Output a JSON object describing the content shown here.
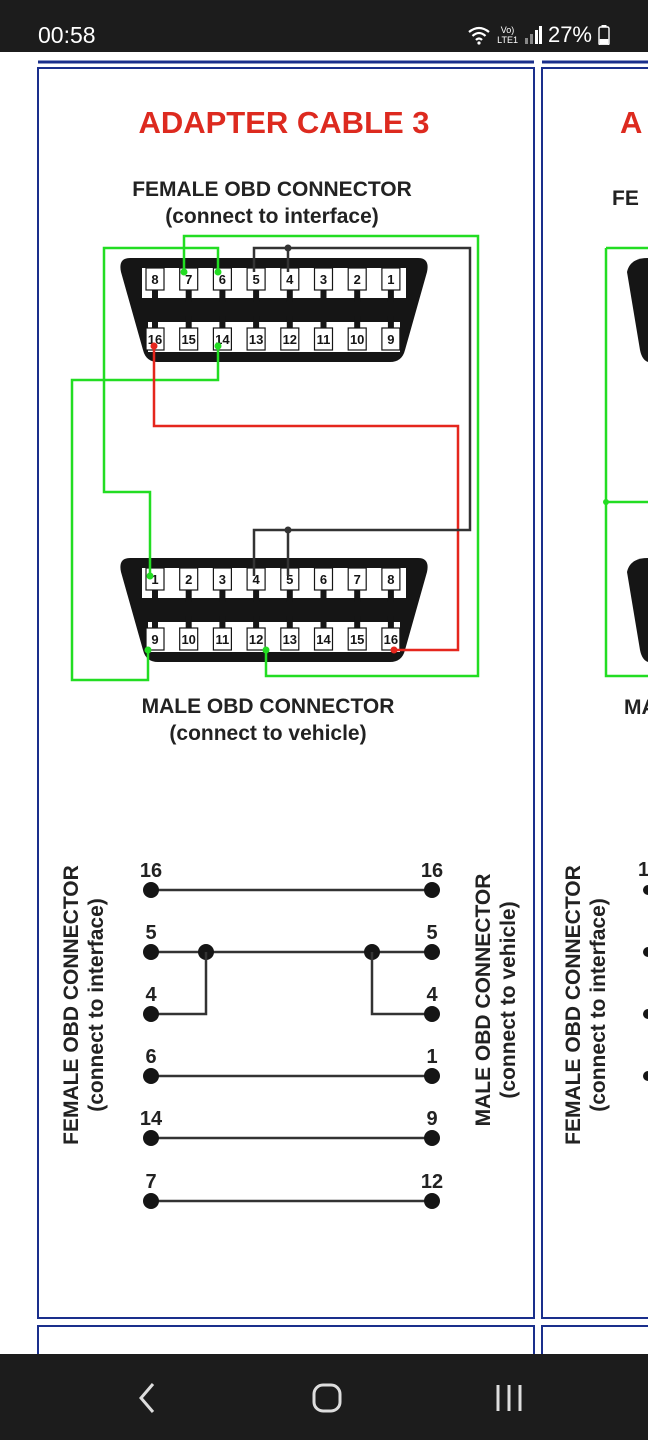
{
  "status_bar": {
    "time": "00:58",
    "network": "LTE1",
    "volte": "Vo)",
    "battery": "27%"
  },
  "card": {
    "title": "ADAPTER CABLE 3",
    "female_title": "FEMALE OBD CONNECTOR",
    "female_sub": "(connect to interface)",
    "male_title": "MALE OBD CONNECTOR",
    "male_sub": "(connect to vehicle)",
    "female_top_pins": [
      "8",
      "7",
      "6",
      "5",
      "4",
      "3",
      "2",
      "1"
    ],
    "female_bottom_pins": [
      "16",
      "15",
      "14",
      "13",
      "12",
      "11",
      "10",
      "9"
    ],
    "male_top_pins": [
      "1",
      "2",
      "3",
      "4",
      "5",
      "6",
      "7",
      "8"
    ],
    "male_bottom_pins": [
      "9",
      "10",
      "11",
      "12",
      "13",
      "14",
      "15",
      "16"
    ],
    "side_left_title": "FEMALE OBD CONNECTOR",
    "side_left_sub": "(connect to interface)",
    "side_right_title": "MALE OBD CONNECTOR",
    "side_right_sub": "(connect to vehicle)",
    "mapping": [
      {
        "female": "16",
        "male": "16"
      },
      {
        "female": "5",
        "male": "5"
      },
      {
        "female": "4",
        "male": "4"
      },
      {
        "female": "6",
        "male": "1"
      },
      {
        "female": "14",
        "male": "9"
      },
      {
        "female": "7",
        "male": "12"
      }
    ]
  },
  "next_card": {
    "title_fragment": "A",
    "female_fragment": "FE",
    "male_fragment": "MA",
    "side_left_title": "FEMALE OBD CONNECTOR",
    "side_left_sub": "(connect to interface)",
    "pin_fragment": "1"
  },
  "colors": {
    "title_red": "#dd2a1f",
    "wire_green": "#22dd22",
    "wire_red": "#e5261d",
    "wire_dark": "#333333",
    "frame_blue": "#1a2f8c"
  }
}
